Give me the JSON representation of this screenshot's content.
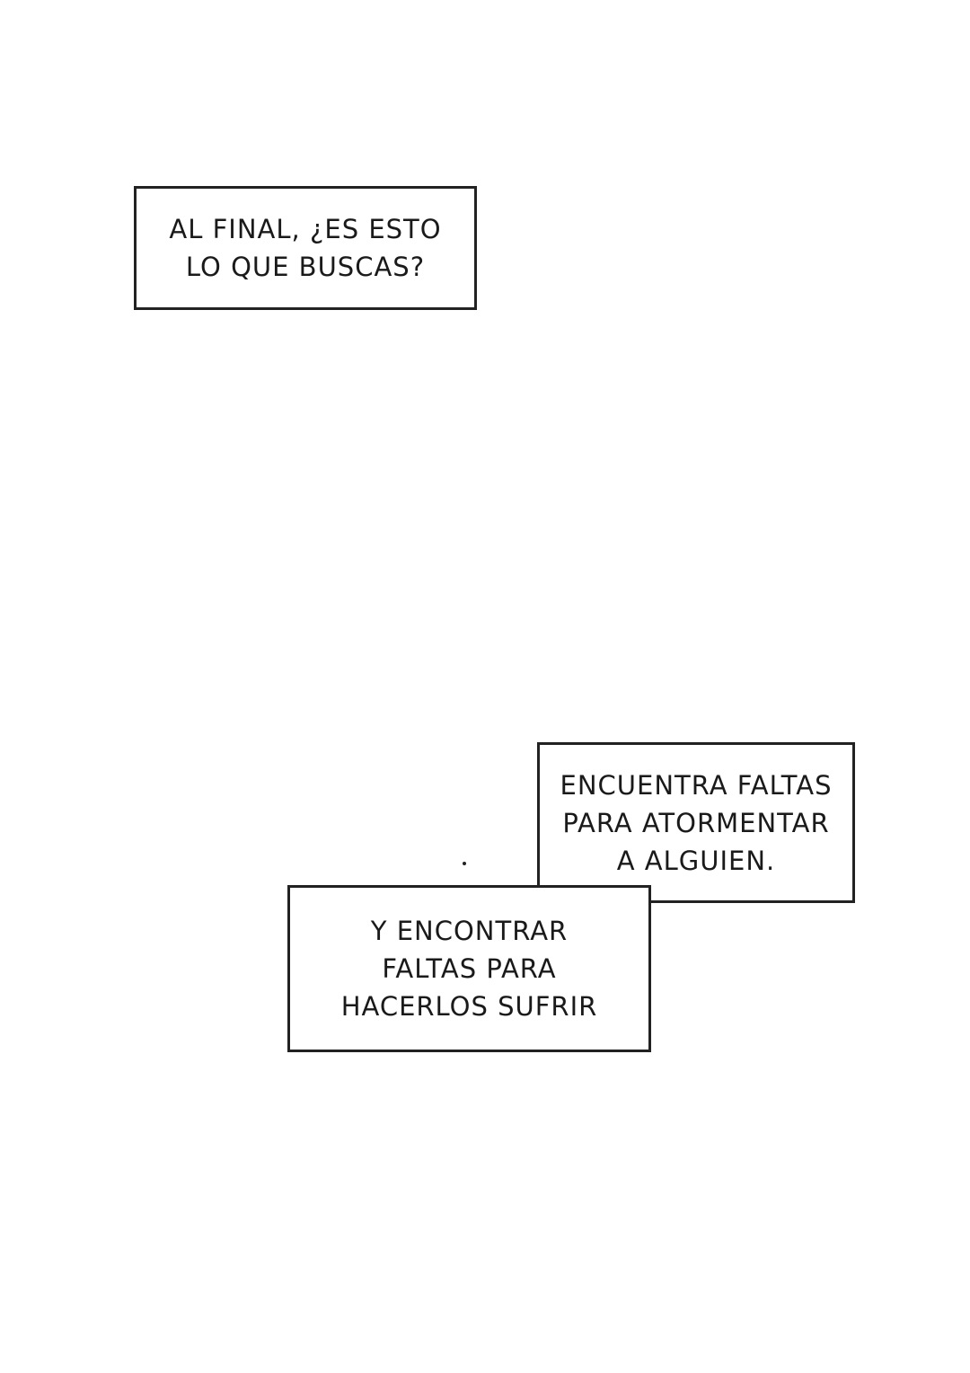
{
  "captions": [
    {
      "lines": [
        "AL FINAL, ¿ES ESTO",
        "LO QUE BUSCAS?"
      ]
    },
    {
      "lines": [
        "ENCUENTRA FALTAS",
        "PARA ATORMENTAR",
        "A ALGUIEN."
      ]
    },
    {
      "lines": [
        "Y ENCONTRAR",
        "FALTAS PARA",
        "HACERLOS SUFRIR"
      ]
    }
  ],
  "colors": {
    "background": "#ffffff",
    "border": "#222222",
    "text": "#1a1a1a"
  }
}
